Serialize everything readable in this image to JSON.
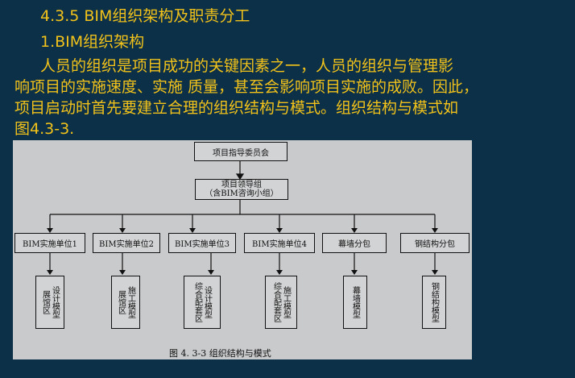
{
  "heading": "4.3.5 BIM组织架构及职责分工",
  "subheading": "1.BIM组织架构",
  "paragraph_lines": [
    "人员的组织是项目成功的关键因素之一，人员的组织与管理影",
    "响项目的实施速度、实施 质量，甚至会影响项目实施的成败。因此，",
    "项目启动时首先要建立合理的组织结构与模式。组织结构与模式如",
    "图4.3-3."
  ],
  "diagram": {
    "top_box": "项目指导委员会",
    "leader_box_line1": "项目领导组",
    "leader_box_line2": "（含BIM咨询小组）",
    "units": [
      "BIM实施单位1",
      "BIM实施单位2",
      "BIM实施单位3",
      "BIM实施单位4",
      "幕墙分包",
      "钢结构分包"
    ],
    "models": [
      [
        "设计模型",
        "展馆区"
      ],
      [
        "施工模型",
        "展馆区"
      ],
      [
        "设计模型",
        "综合配套区"
      ],
      [
        "施工模型",
        "综合配套区"
      ],
      [
        "幕墙模型"
      ],
      [
        "钢结构模型"
      ]
    ],
    "caption": "图 4. 3-3    组织结构与模式"
  }
}
